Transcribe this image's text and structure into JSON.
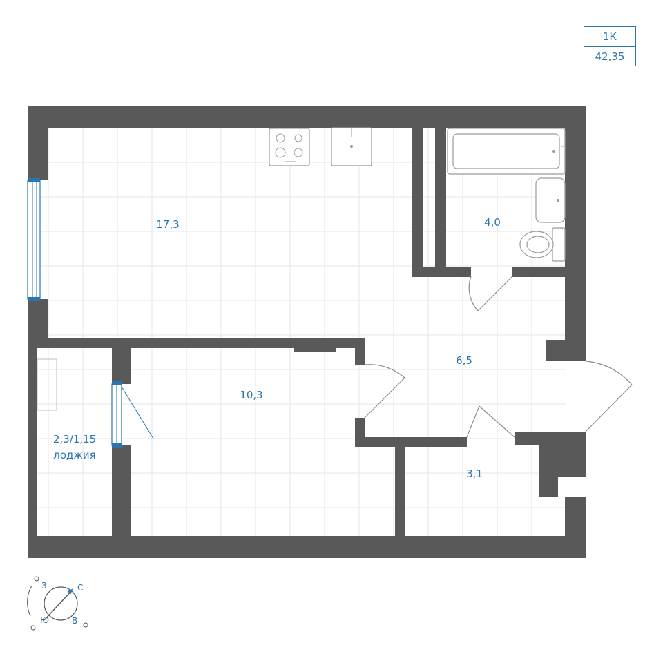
{
  "apartment": {
    "type": "1К",
    "area": "42,35"
  },
  "rooms": [
    {
      "id": "living-kitchen",
      "area": "17,3"
    },
    {
      "id": "bathroom",
      "area": "4,0"
    },
    {
      "id": "hallway",
      "area": "6,5"
    },
    {
      "id": "bedroom",
      "area": "10,3"
    },
    {
      "id": "storage",
      "area": "3,1"
    },
    {
      "id": "loggia",
      "area": "2,3/1,15",
      "label": "лоджия"
    }
  ],
  "compass": {
    "north": "С",
    "south": "Ю",
    "west": "З",
    "east": "В"
  },
  "colors": {
    "wall": "#595959",
    "accent": "#2b74ae",
    "grid": "#e6e6e6"
  }
}
